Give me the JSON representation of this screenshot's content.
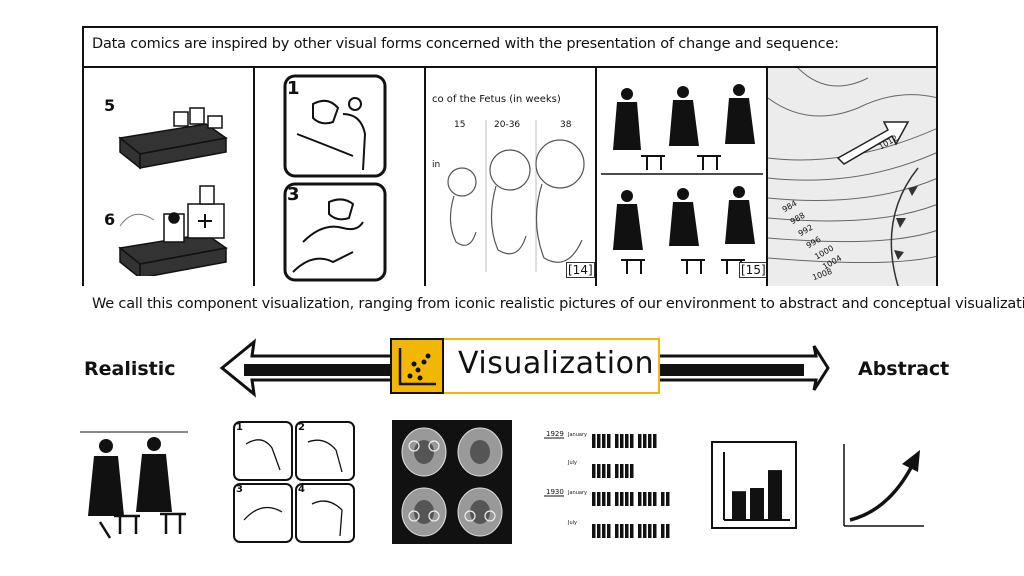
{
  "top_figure": {
    "caption": "Data comics are inspired by other visual forms concerned with the presentation of change and sequence:",
    "lego_steps": [
      "5",
      "6"
    ],
    "comic_panels": [
      "1",
      "3"
    ],
    "fetus_title": "co of the Fetus (in weeks)",
    "fetus_weeks": [
      "15",
      "20-36",
      "38"
    ],
    "fetus_side_label": "in",
    "page_number_fetus": "[14]",
    "page_number_walker": "[15]",
    "isobar_labels": [
      "984",
      "988",
      "992",
      "996",
      "1000",
      "1004",
      "1008",
      "1012"
    ]
  },
  "middle_caption": "We call this component visualization, ranging from iconic realistic pictures of our environment to abstract and conceptual visualizations.",
  "spectrum": {
    "left_label": "Realistic",
    "right_label": "Abstract",
    "center_label": "Visualization",
    "accent_color": "#f2b705"
  },
  "bottom_examples": {
    "comic_panels": [
      "1",
      "2",
      "3",
      "4"
    ],
    "isotype_years": [
      "1929",
      "1930"
    ],
    "isotype_rows": [
      "January",
      "July",
      "January",
      "July"
    ],
    "bar_chart_values": [
      0.45,
      0.5,
      0.78
    ]
  }
}
